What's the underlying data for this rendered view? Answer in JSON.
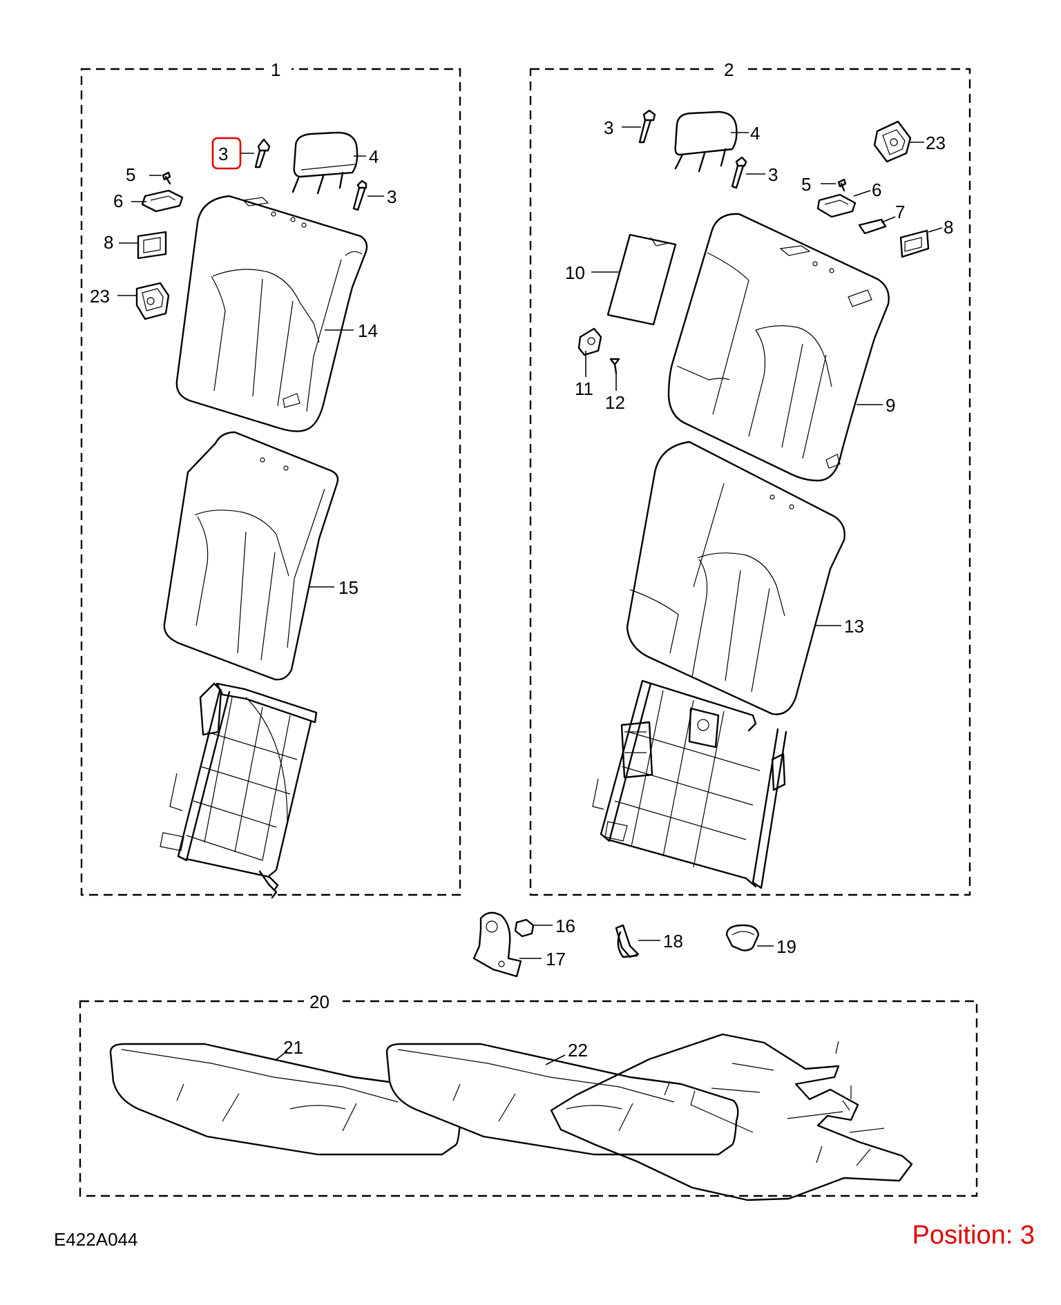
{
  "diagram_code": "E422A044",
  "position_label": "Position: 3",
  "highlight_color": "#e00000",
  "groups": {
    "g1": "1",
    "g2": "2",
    "g20": "20"
  },
  "callouts": {
    "g1_3_hl": "3",
    "g1_4": "4",
    "g1_3": "3",
    "g1_5": "5",
    "g1_6": "6",
    "g1_8": "8",
    "g1_23": "23",
    "g1_14": "14",
    "g1_15": "15",
    "g2_3a": "3",
    "g2_4": "4",
    "g2_23": "23",
    "g2_3b": "3",
    "g2_5": "5",
    "g2_6": "6",
    "g2_7": "7",
    "g2_8": "8",
    "g2_10": "10",
    "g2_11": "11",
    "g2_12": "12",
    "g2_9": "9",
    "g2_13": "13",
    "p16": "16",
    "p17": "17",
    "p18": "18",
    "p19": "19",
    "g20_21": "21",
    "g20_22": "22"
  }
}
